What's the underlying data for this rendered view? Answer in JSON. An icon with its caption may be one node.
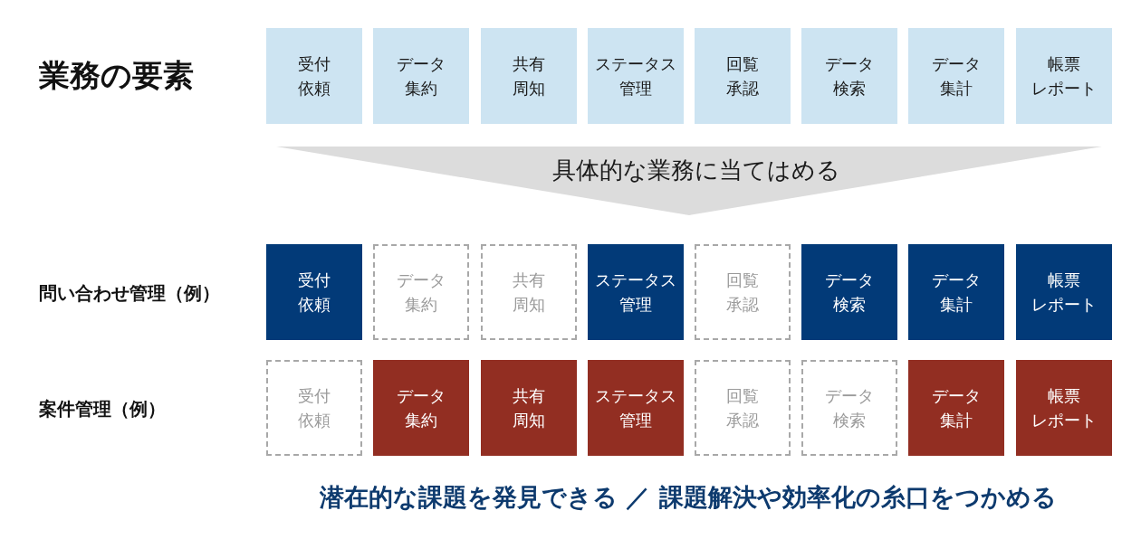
{
  "diagram": {
    "nodes": [
      {
        "text": [
          "受付依頼"
        ]
      },
      {
        "text": [
          "データ集約"
        ]
      },
      {
        "text": [
          "共有周知"
        ]
      },
      {
        "text": [
          "ステータス管理"
        ]
      },
      {
        "text": [
          "回覧承認"
        ]
      },
      {
        "text": [
          "データ検索"
        ]
      },
      {
        "text": [
          "データ集計"
        ]
      },
      {
        "text": [
          "帳票レポート"
        ]
      },
      {
        "text": [
          "具体的な業務に当てはめる"
        ]
      },
      {
        "text": [
          "受付依頼"
        ]
      },
      {
        "text": [
          "データ集約"
        ]
      },
      {
        "text": [
          "共有周知"
        ]
      },
      {
        "text": [
          "ステータス管理"
        ]
      },
      {
        "text": [
          "回覧承認"
        ]
      },
      {
        "text": [
          "データ検索"
        ]
      },
      {
        "text": [
          "データ集計"
        ]
      },
      {
        "text": [
          "帳票レポート"
        ]
      },
      {
        "text": [
          "受付依頼"
        ]
      },
      {
        "text": [
          "データ集約"
        ]
      },
      {
        "text": [
          "共有周知"
        ]
      },
      {
        "text": [
          "ステータス管理"
        ]
      },
      {
        "text": [
          "回覧承認"
        ]
      },
      {
        "text": [
          "データ検索"
        ]
      },
      {
        "text": [
          "データ集計"
        ]
      },
      {
        "text": [
          "帳票レポート"
        ]
      }
    ],
    "labels": [
      "業務の要素",
      "問い合わせ管理（例）",
      "案件管理（例）",
      "潜在的な課題を発見できる ／ 課題解決や効率化の糸口をつかめる"
    ]
  }
}
